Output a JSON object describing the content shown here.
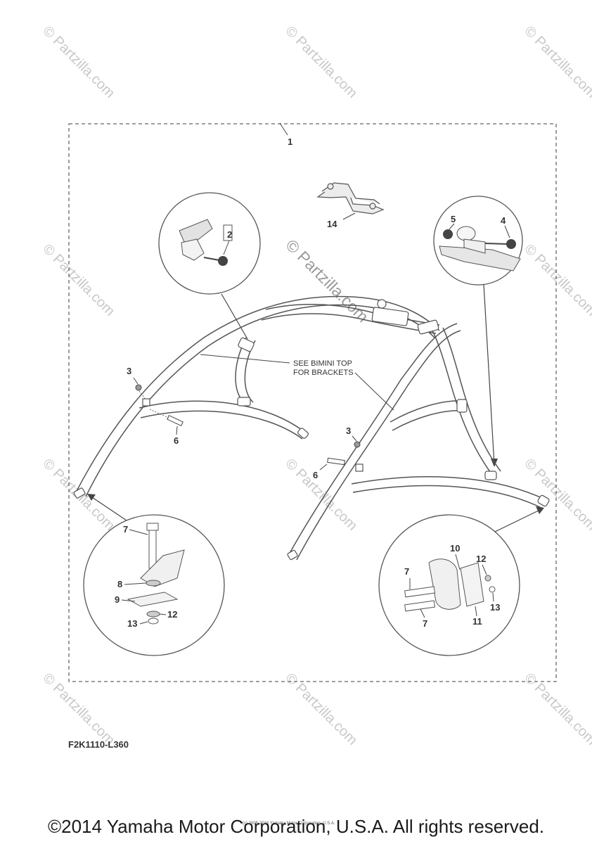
{
  "diagram": {
    "assembly_number": "1",
    "callouts": {
      "c2": "2",
      "c3a": "3",
      "c3b": "3",
      "c4": "4",
      "c5": "5",
      "c6a": "6",
      "c6b": "6",
      "c7a": "7",
      "c7b": "7",
      "c7c": "7",
      "c8": "8",
      "c9": "9",
      "c10": "10",
      "c11": "11",
      "c12a": "12",
      "c12b": "12",
      "c13a": "13",
      "c13b": "13",
      "c14": "14"
    },
    "note_line1": "SEE BIMINI TOP",
    "note_line2": "FOR BRACKETS",
    "figure_code": "F2K1110-L360",
    "small_copyright": "(c) 2005-2016 Yamaha Motor Corporation, U.S.A."
  },
  "watermark": {
    "text": "© Partzilla.com",
    "center_text": "© Partzilla.com"
  },
  "footer": {
    "copyright": "©2014 Yamaha Motor Corporation, U.S.A. All rights reserved."
  }
}
